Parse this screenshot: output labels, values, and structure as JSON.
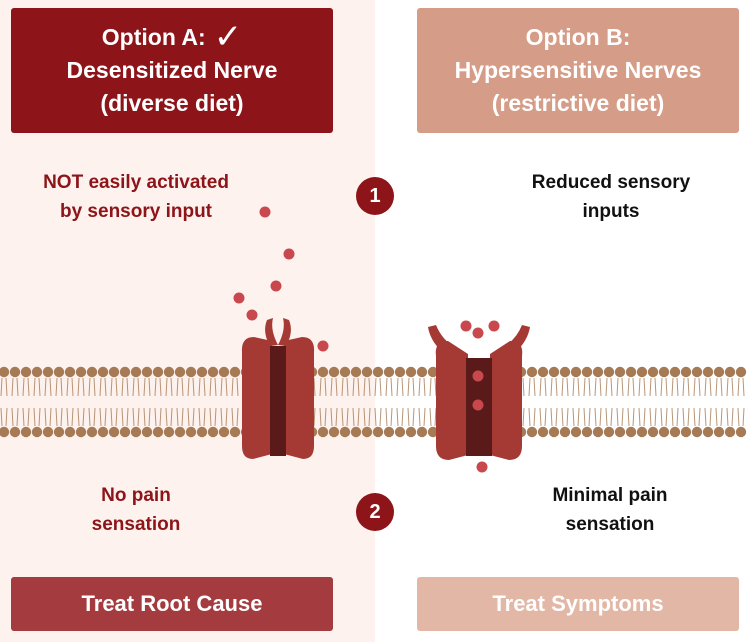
{
  "option_a": {
    "title": "Option A:",
    "check_icon": "checkmark-icon",
    "line2": "Desensitized Nerve",
    "line3": "(diverse diet)"
  },
  "option_b": {
    "title": "Option B:",
    "line2": "Hypersensitive Nerves",
    "line3": "(restrictive diet)"
  },
  "steps": [
    "1",
    "2"
  ],
  "left_labels": {
    "step1_line1": "NOT easily activated",
    "step1_line2": "by sensory input",
    "step2_line1": "No pain",
    "step2_line2": "sensation"
  },
  "right_labels": {
    "step1_line1": "Reduced sensory",
    "step1_line2": "inputs",
    "step2_line1": "Minimal pain",
    "step2_line2": "sensation"
  },
  "bottom": {
    "left": "Treat Root Cause",
    "right": "Treat Symptoms"
  },
  "colors": {
    "dark_red": "#8d1418",
    "light_salmon": "#d59c88",
    "membrane_brown": "#a67a55",
    "channel_red": "#a53a35",
    "channel_core": "#5a1a1a",
    "ligand": "#c9484e"
  }
}
